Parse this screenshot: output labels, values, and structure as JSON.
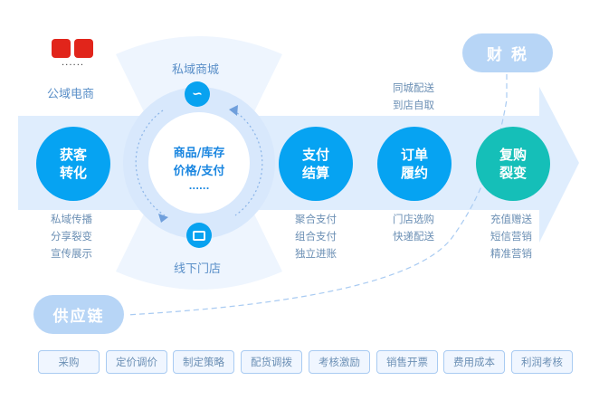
{
  "public_domain": {
    "label": "公域电商",
    "logos": [
      "jd-logo",
      "tmall-logo"
    ],
    "more": "......"
  },
  "private_mall": {
    "label": "私域商城",
    "icon": "mini-program-icon"
  },
  "offline_store": {
    "label": "线下门店",
    "icon": "store-icon"
  },
  "center": {
    "line1": "商品/库存",
    "line2": "价格/支付",
    "more": "......"
  },
  "stages": [
    {
      "line1": "获客",
      "line2": "转化",
      "details": [
        "私域传播",
        "分享裂变",
        "宣传展示"
      ],
      "color": "#06a3f2"
    },
    {
      "line1": "支付",
      "line2": "结算",
      "details": [
        "聚合支付",
        "组合支付",
        "独立进账"
      ],
      "color": "#06a3f2"
    },
    {
      "line1": "订单",
      "line2": "履约",
      "details": [
        "门店选购",
        "快递配送"
      ],
      "extra": [
        "同城配送",
        "到店自取"
      ],
      "color": "#06a3f2"
    },
    {
      "line1": "复购",
      "line2": "裂变",
      "details": [
        "充值赠送",
        "短信营销",
        "精准营销"
      ],
      "color": "#15bfb8"
    }
  ],
  "finance_tax": {
    "label": "财 税"
  },
  "supply_chain": {
    "label": "供应链",
    "items": [
      "采购",
      "定价调价",
      "制定策略",
      "配货调拨",
      "考核激励",
      "销售开票",
      "费用成本",
      "利润考核"
    ]
  },
  "colors": {
    "accent": "#06a3f2",
    "teal": "#15bfb8",
    "pill": "#b7d5f6",
    "arrow": "#dcebfd"
  }
}
